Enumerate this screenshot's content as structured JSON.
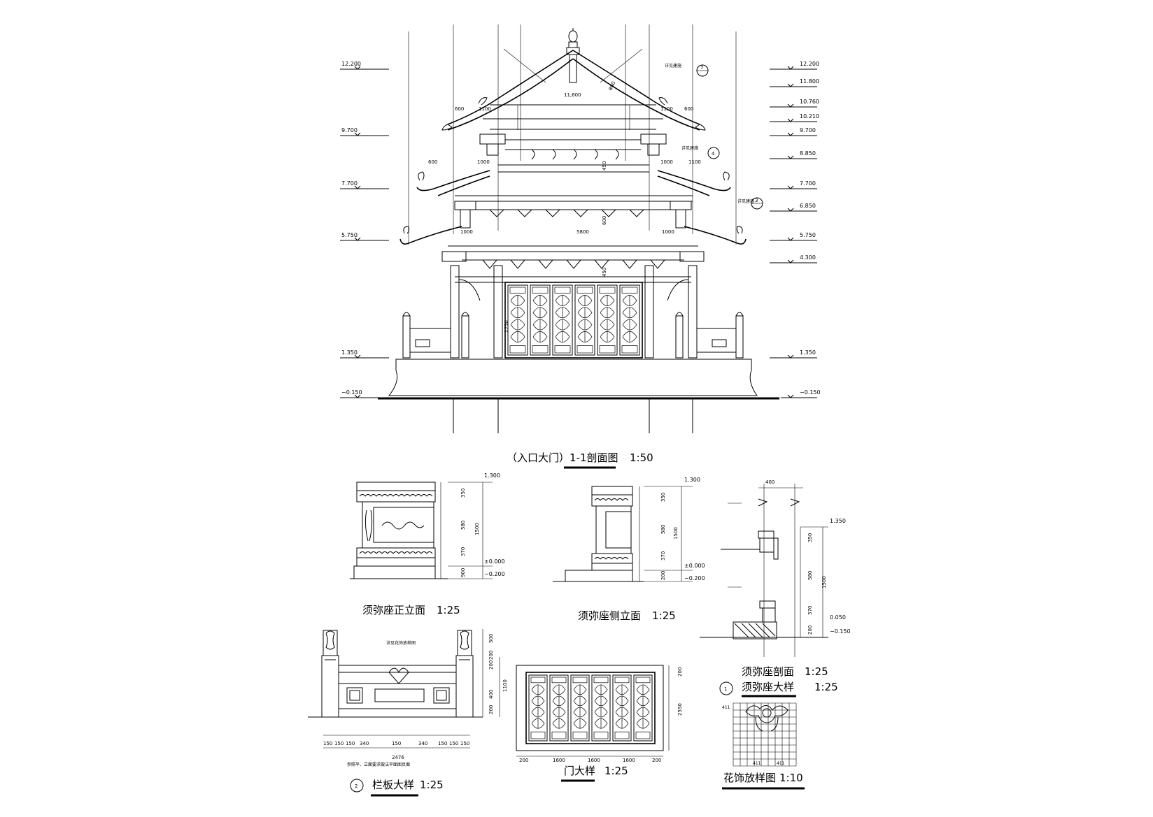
{
  "main_section": {
    "title": "（入口大门）1-1剖面图",
    "scale": "1:50",
    "levels_left": [
      "12.200",
      "9.700",
      "7.700",
      "5.750",
      "1.350",
      "−0.150"
    ],
    "levels_right": [
      "12.200",
      "11.800",
      "10.760",
      "10.210",
      "9.700",
      "8.850",
      "7.700",
      "6.850",
      "5.750",
      "4.300",
      "1.350",
      "−0.150"
    ],
    "dims": {
      "top_span": "11,600",
      "roof_slope": "800",
      "eave_600": "600",
      "eave_1100": "1100",
      "eave_600b": "600",
      "mid_1000": "1000",
      "mid_1100": "1100",
      "h_450": "450",
      "h_600": "600",
      "span_5800": "5800",
      "h_2750": "2750",
      "note": "详见建施"
    },
    "detail_refs": [
      "7",
      "4",
      "3"
    ]
  },
  "xumizuo_front": {
    "title": "须弥座正立面",
    "scale": "1:25",
    "level_top": "1.300",
    "level_zero": "±0.000",
    "level_bottom": "−0.200",
    "dims": [
      "350",
      "580",
      "370",
      "900",
      "1500"
    ]
  },
  "xumizuo_side": {
    "title": "须弥座侧立面",
    "scale": "1:25",
    "level_top": "1.300",
    "level_zero": "±0.000",
    "level_bottom": "−0.200",
    "dims": [
      "350",
      "580",
      "370",
      "200",
      "1500"
    ]
  },
  "xumizuo_section": {
    "title": "须弥座剖面",
    "scale": "1:25",
    "level_top": "1.350",
    "level_mid": "0.050",
    "level_bottom": "−0.150",
    "dims": [
      "400",
      "350",
      "580",
      "370",
      "200",
      "1500"
    ]
  },
  "xumizuo_detail": {
    "number": "1",
    "title": "须弥座大样",
    "scale": "1:25"
  },
  "railing": {
    "number": "2",
    "title": "栏板大样",
    "scale": "1:25",
    "total_width": "2476",
    "bottom_dims": [
      "150",
      "150",
      "150",
      "340",
      "150",
      "340",
      "150",
      "150",
      "150"
    ],
    "side_dims": [
      "500",
      "200",
      "200",
      "400",
      "200",
      "1100"
    ],
    "note_top": "详见花饰放样图",
    "note_bottom": "参照平、立面要求做法平面图页面"
  },
  "door": {
    "title": "门大样",
    "scale": "1:25",
    "bottom_dims": [
      "200",
      "1600",
      "1600",
      "1600",
      "200"
    ],
    "side_dims": [
      "200",
      "2550"
    ]
  },
  "ornament": {
    "title": "花饰放样图",
    "scale": "1:10",
    "grid_labels": [
      "411",
      "411",
      "411"
    ]
  }
}
